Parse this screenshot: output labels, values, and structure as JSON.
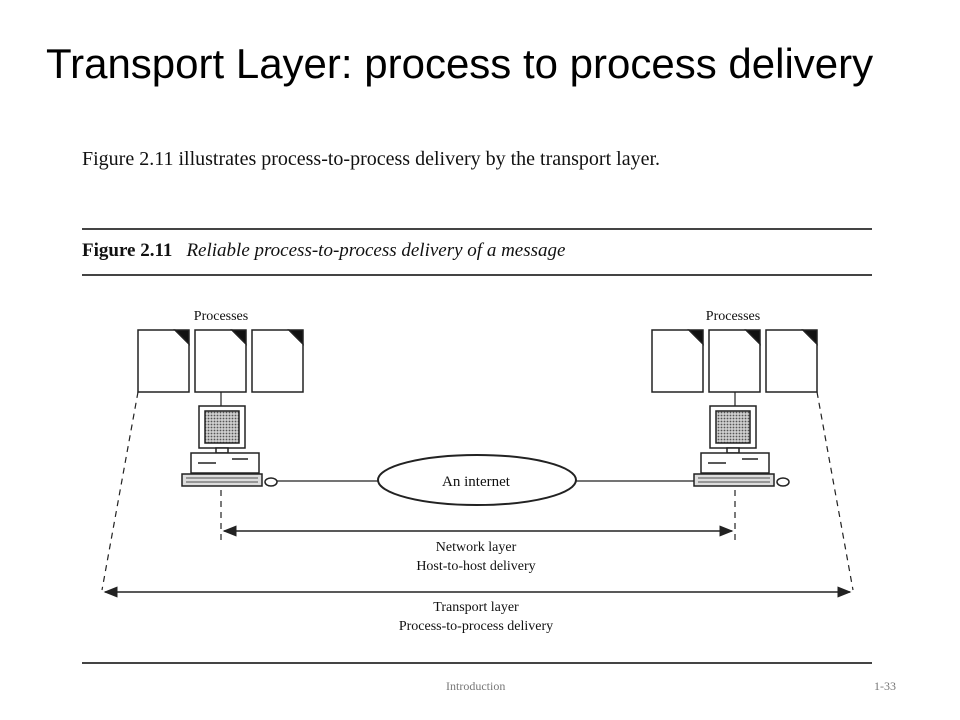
{
  "slide": {
    "title": "Transport Layer: process to process delivery",
    "intro_text": "Figure 2.11 illustrates process-to-process delivery by the transport layer."
  },
  "figure": {
    "number": "Figure 2.11",
    "caption": "Reliable process-to-process delivery of a message",
    "left_processes_label": "Processes",
    "right_processes_label": "Processes",
    "cloud_label": "An internet",
    "network_layer_label": "Network layer",
    "network_layer_desc": "Host-to-host delivery",
    "transport_layer_label": "Transport layer",
    "transport_layer_desc": "Process-to-process delivery"
  },
  "footer": {
    "center": "Introduction",
    "right": "1-33"
  }
}
